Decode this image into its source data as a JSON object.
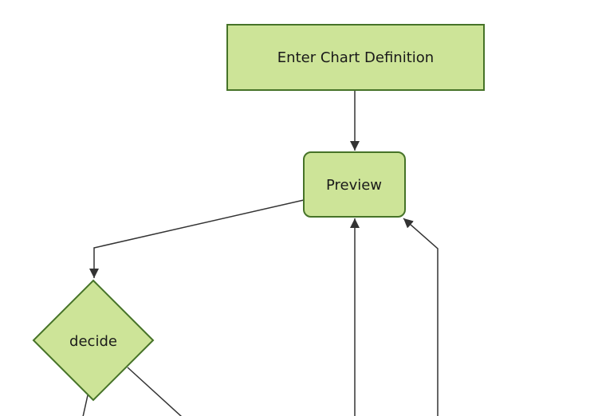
{
  "diagram": {
    "type": "flowchart",
    "orientation": "top-down",
    "background": "#ffffff",
    "colors": {
      "node_fill": "#cde498",
      "node_border": "#467328",
      "edge_line": "#333333",
      "label_text": "#1a1a1a"
    },
    "nodes": [
      {
        "id": "enter-chart-definition",
        "label": "Enter Chart Definition",
        "shape": "rectangle"
      },
      {
        "id": "preview",
        "label": "Preview",
        "shape": "rounded-rectangle"
      },
      {
        "id": "decide",
        "label": "decide",
        "shape": "diamond"
      }
    ],
    "edges": [
      {
        "from": "enter-chart-definition",
        "to": "preview",
        "arrowhead": true,
        "clipped": false
      },
      {
        "from": "preview",
        "to": "decide",
        "arrowhead": true,
        "clipped": false
      },
      {
        "from": "offscreen-bottom-center",
        "to": "preview",
        "arrowhead": true,
        "clipped": true
      },
      {
        "from": "offscreen-bottom-right",
        "to": "preview",
        "arrowhead": true,
        "clipped": true
      },
      {
        "from": "decide",
        "to": "offscreen-bottom-left",
        "arrowhead": false,
        "clipped": true
      },
      {
        "from": "decide",
        "to": "offscreen-bottom-right",
        "arrowhead": false,
        "clipped": true
      }
    ]
  }
}
